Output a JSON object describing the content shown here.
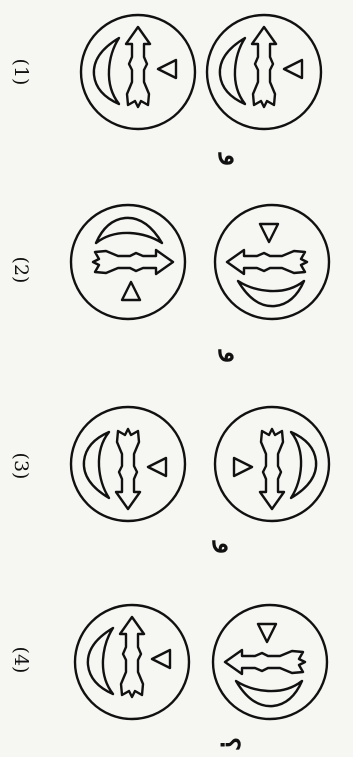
{
  "rows": [
    {
      "label": "(1)",
      "separator": "و"
    },
    {
      "label": "(2)",
      "separator": "و"
    },
    {
      "label": "(3)",
      "separator": "و"
    },
    {
      "label": "(4)",
      "separator": "؟"
    }
  ]
}
